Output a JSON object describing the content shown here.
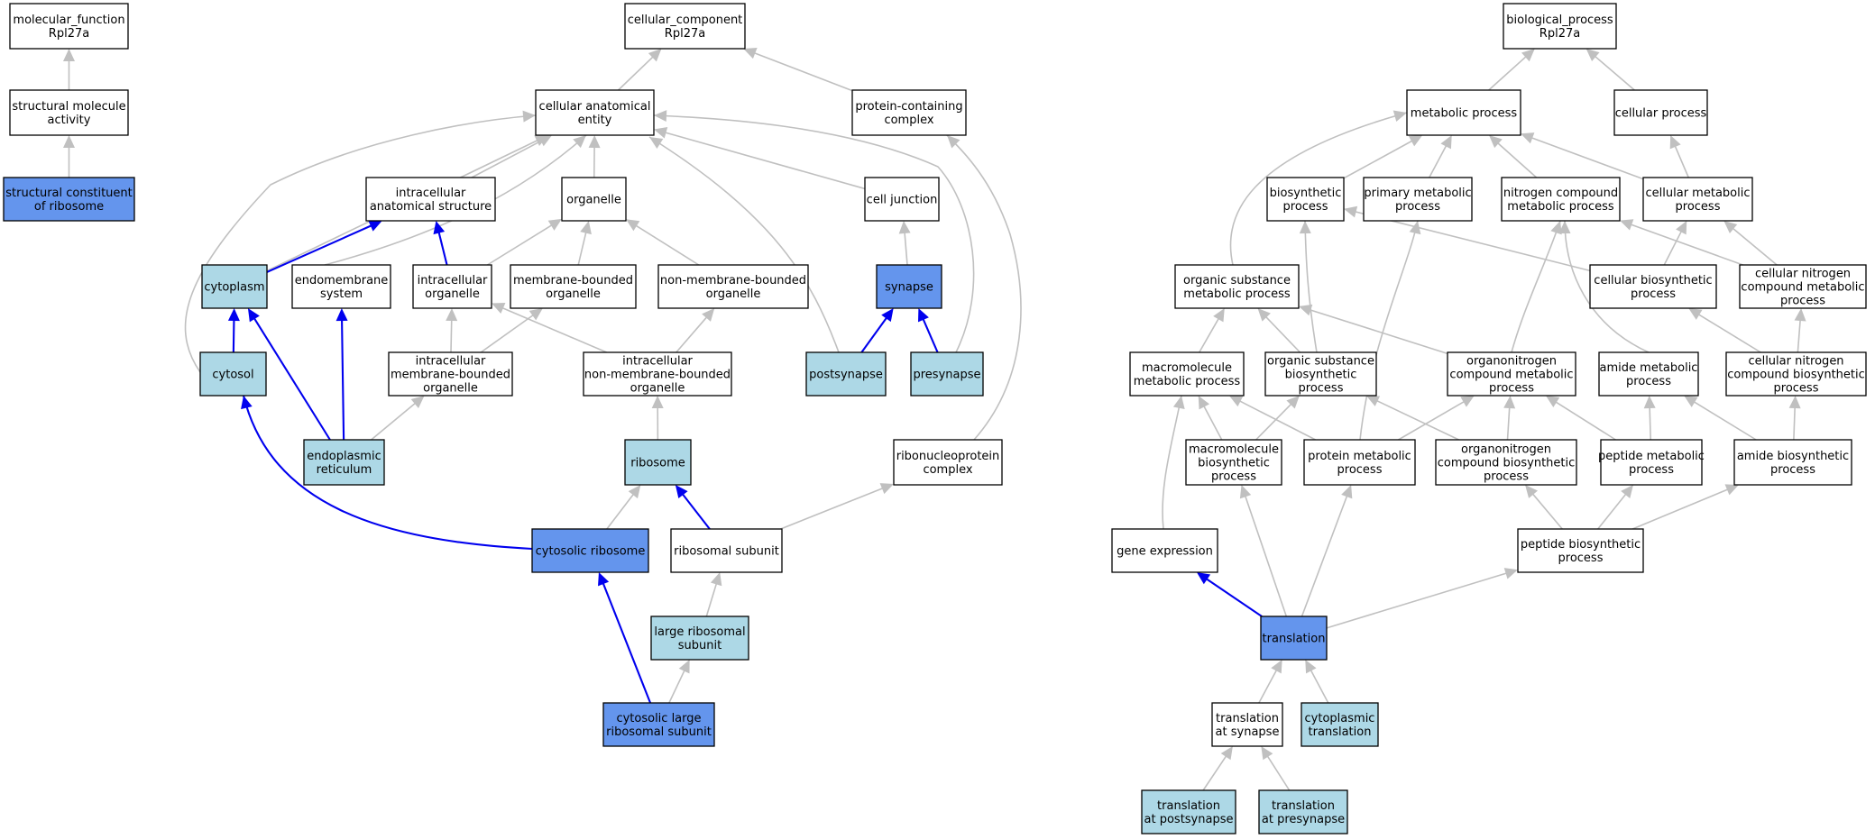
{
  "colors": {
    "white": "#ffffff",
    "light": "#add8e6",
    "dark": "#6495ed",
    "gray_edge": "#c0c0c0",
    "blue_edge": "#0000ee"
  },
  "nodes": [
    {
      "id": "mf",
      "lines": [
        "molecular_function",
        "Rpl27a"
      ],
      "fill": "white"
    },
    {
      "id": "sma",
      "lines": [
        "structural molecule",
        "activity"
      ],
      "fill": "white"
    },
    {
      "id": "scr",
      "lines": [
        "structural constituent",
        "of ribosome"
      ],
      "fill": "dark"
    },
    {
      "id": "cc",
      "lines": [
        "cellular_component",
        "Rpl27a"
      ],
      "fill": "white"
    },
    {
      "id": "cae",
      "lines": [
        "cellular anatomical",
        "entity"
      ],
      "fill": "white"
    },
    {
      "id": "pcc",
      "lines": [
        "protein-containing",
        "complex"
      ],
      "fill": "white"
    },
    {
      "id": "ias",
      "lines": [
        "intracellular",
        "anatomical structure"
      ],
      "fill": "white"
    },
    {
      "id": "org",
      "lines": [
        "organelle"
      ],
      "fill": "white"
    },
    {
      "id": "cj",
      "lines": [
        "cell junction"
      ],
      "fill": "white"
    },
    {
      "id": "cyto",
      "lines": [
        "cytoplasm"
      ],
      "fill": "light"
    },
    {
      "id": "endo",
      "lines": [
        "endomembrane",
        "system"
      ],
      "fill": "white"
    },
    {
      "id": "io",
      "lines": [
        "intracellular",
        "organelle"
      ],
      "fill": "white"
    },
    {
      "id": "mbo",
      "lines": [
        "membrane-bounded",
        "organelle"
      ],
      "fill": "white"
    },
    {
      "id": "nmbo",
      "lines": [
        "non-membrane-bounded",
        "organelle"
      ],
      "fill": "white"
    },
    {
      "id": "syn",
      "lines": [
        "synapse"
      ],
      "fill": "dark"
    },
    {
      "id": "cytosol",
      "lines": [
        "cytosol"
      ],
      "fill": "light"
    },
    {
      "id": "imbo",
      "lines": [
        "intracellular",
        "membrane-bounded",
        "organelle"
      ],
      "fill": "white"
    },
    {
      "id": "inmbo",
      "lines": [
        "intracellular",
        "non-membrane-bounded",
        "organelle"
      ],
      "fill": "white"
    },
    {
      "id": "post",
      "lines": [
        "postsynapse"
      ],
      "fill": "light"
    },
    {
      "id": "pre",
      "lines": [
        "presynapse"
      ],
      "fill": "light"
    },
    {
      "id": "er",
      "lines": [
        "endoplasmic",
        "reticulum"
      ],
      "fill": "light"
    },
    {
      "id": "ribo",
      "lines": [
        "ribosome"
      ],
      "fill": "light"
    },
    {
      "id": "rnp",
      "lines": [
        "ribonucleoprotein",
        "complex"
      ],
      "fill": "white"
    },
    {
      "id": "cribo",
      "lines": [
        "cytosolic ribosome"
      ],
      "fill": "dark"
    },
    {
      "id": "rsu",
      "lines": [
        "ribosomal subunit"
      ],
      "fill": "white"
    },
    {
      "id": "lrs",
      "lines": [
        "large ribosomal",
        "subunit"
      ],
      "fill": "light"
    },
    {
      "id": "clrs",
      "lines": [
        "cytosolic large",
        "ribosomal subunit"
      ],
      "fill": "dark"
    },
    {
      "id": "bp",
      "lines": [
        "biological_process",
        "Rpl27a"
      ],
      "fill": "white"
    },
    {
      "id": "mp",
      "lines": [
        "metabolic process"
      ],
      "fill": "white"
    },
    {
      "id": "cp",
      "lines": [
        "cellular process"
      ],
      "fill": "white"
    },
    {
      "id": "bsp",
      "lines": [
        "biosynthetic",
        "process"
      ],
      "fill": "white"
    },
    {
      "id": "pmp",
      "lines": [
        "primary metabolic",
        "process"
      ],
      "fill": "white"
    },
    {
      "id": "ncmp",
      "lines": [
        "nitrogen compound",
        "metabolic process"
      ],
      "fill": "white"
    },
    {
      "id": "cmp",
      "lines": [
        "cellular metabolic",
        "process"
      ],
      "fill": "white"
    },
    {
      "id": "osmp",
      "lines": [
        "organic substance",
        "metabolic process"
      ],
      "fill": "white"
    },
    {
      "id": "cbp",
      "lines": [
        "cellular biosynthetic",
        "process"
      ],
      "fill": "white"
    },
    {
      "id": "cncmp",
      "lines": [
        "cellular nitrogen",
        "compound metabolic",
        "process"
      ],
      "fill": "white"
    },
    {
      "id": "mmp",
      "lines": [
        "macromolecule",
        "metabolic process"
      ],
      "fill": "white"
    },
    {
      "id": "osbp",
      "lines": [
        "organic substance",
        "biosynthetic",
        "process"
      ],
      "fill": "white"
    },
    {
      "id": "oncmp",
      "lines": [
        "organonitrogen",
        "compound metabolic",
        "process"
      ],
      "fill": "white"
    },
    {
      "id": "amp",
      "lines": [
        "amide metabolic",
        "process"
      ],
      "fill": "white"
    },
    {
      "id": "cncbp",
      "lines": [
        "cellular nitrogen",
        "compound biosynthetic",
        "process"
      ],
      "fill": "white"
    },
    {
      "id": "mbp",
      "lines": [
        "macromolecule",
        "biosynthetic",
        "process"
      ],
      "fill": "white"
    },
    {
      "id": "protmp",
      "lines": [
        "protein metabolic",
        "process"
      ],
      "fill": "white"
    },
    {
      "id": "oncbp",
      "lines": [
        "organonitrogen",
        "compound biosynthetic",
        "process"
      ],
      "fill": "white"
    },
    {
      "id": "pepmp",
      "lines": [
        "peptide metabolic",
        "process"
      ],
      "fill": "white"
    },
    {
      "id": "abp",
      "lines": [
        "amide biosynthetic",
        "process"
      ],
      "fill": "white"
    },
    {
      "id": "ge",
      "lines": [
        "gene expression"
      ],
      "fill": "white"
    },
    {
      "id": "pbp",
      "lines": [
        "peptide biosynthetic",
        "process"
      ],
      "fill": "white"
    },
    {
      "id": "trans",
      "lines": [
        "translation"
      ],
      "fill": "dark"
    },
    {
      "id": "tas",
      "lines": [
        "translation",
        "at synapse"
      ],
      "fill": "white"
    },
    {
      "id": "ctrans",
      "lines": [
        "cytoplasmic",
        "translation"
      ],
      "fill": "light"
    },
    {
      "id": "tapost",
      "lines": [
        "translation",
        "at postsynapse"
      ],
      "fill": "light"
    },
    {
      "id": "tapre",
      "lines": [
        "translation",
        "at presynapse"
      ],
      "fill": "light"
    }
  ],
  "edges": [
    {
      "from": "sma",
      "to": "mf",
      "kind": "gray"
    },
    {
      "from": "scr",
      "to": "sma",
      "kind": "gray"
    },
    {
      "from": "cae",
      "to": "cc",
      "kind": "gray"
    },
    {
      "from": "pcc",
      "to": "cc",
      "kind": "gray"
    },
    {
      "from": "ias",
      "to": "cae",
      "kind": "gray"
    },
    {
      "from": "org",
      "to": "cae",
      "kind": "gray"
    },
    {
      "from": "cj",
      "to": "cae",
      "kind": "gray"
    },
    {
      "from": "cyto",
      "to": "cae",
      "kind": "gray"
    },
    {
      "from": "endo",
      "to": "cae",
      "kind": "gray"
    },
    {
      "from": "cytosol",
      "to": "cae",
      "kind": "gray"
    },
    {
      "from": "post",
      "to": "cae",
      "kind": "gray"
    },
    {
      "from": "pre",
      "to": "cae",
      "kind": "gray"
    },
    {
      "from": "cyto",
      "to": "ias",
      "kind": "blue"
    },
    {
      "from": "io",
      "to": "ias",
      "kind": "blue"
    },
    {
      "from": "io",
      "to": "org",
      "kind": "gray"
    },
    {
      "from": "mbo",
      "to": "org",
      "kind": "gray"
    },
    {
      "from": "nmbo",
      "to": "org",
      "kind": "gray"
    },
    {
      "from": "syn",
      "to": "cj",
      "kind": "gray"
    },
    {
      "from": "cytosol",
      "to": "cyto",
      "kind": "blue"
    },
    {
      "from": "er",
      "to": "cyto",
      "kind": "blue"
    },
    {
      "from": "er",
      "to": "endo",
      "kind": "blue"
    },
    {
      "from": "imbo",
      "to": "io",
      "kind": "gray"
    },
    {
      "from": "imbo",
      "to": "mbo",
      "kind": "gray"
    },
    {
      "from": "inmbo",
      "to": "io",
      "kind": "gray"
    },
    {
      "from": "inmbo",
      "to": "nmbo",
      "kind": "gray"
    },
    {
      "from": "post",
      "to": "syn",
      "kind": "blue"
    },
    {
      "from": "pre",
      "to": "syn",
      "kind": "blue"
    },
    {
      "from": "er",
      "to": "imbo",
      "kind": "gray"
    },
    {
      "from": "ribo",
      "to": "inmbo",
      "kind": "gray"
    },
    {
      "from": "rnp",
      "to": "pcc",
      "kind": "gray"
    },
    {
      "from": "cribo",
      "to": "ribo",
      "kind": "gray"
    },
    {
      "from": "cribo",
      "to": "cytosol",
      "kind": "blue"
    },
    {
      "from": "rsu",
      "to": "ribo",
      "kind": "blue"
    },
    {
      "from": "rsu",
      "to": "rnp",
      "kind": "gray"
    },
    {
      "from": "lrs",
      "to": "rsu",
      "kind": "gray"
    },
    {
      "from": "clrs",
      "to": "lrs",
      "kind": "gray"
    },
    {
      "from": "clrs",
      "to": "cribo",
      "kind": "blue"
    },
    {
      "from": "mp",
      "to": "bp",
      "kind": "gray"
    },
    {
      "from": "cp",
      "to": "bp",
      "kind": "gray"
    },
    {
      "from": "bsp",
      "to": "mp",
      "kind": "gray"
    },
    {
      "from": "pmp",
      "to": "mp",
      "kind": "gray"
    },
    {
      "from": "ncmp",
      "to": "mp",
      "kind": "gray"
    },
    {
      "from": "cmp",
      "to": "mp",
      "kind": "gray"
    },
    {
      "from": "osmp",
      "to": "mp",
      "kind": "gray"
    },
    {
      "from": "cmp",
      "to": "cp",
      "kind": "gray"
    },
    {
      "from": "cbp",
      "to": "bsp",
      "kind": "gray"
    },
    {
      "from": "cbp",
      "to": "cmp",
      "kind": "gray"
    },
    {
      "from": "cncmp",
      "to": "ncmp",
      "kind": "gray"
    },
    {
      "from": "cncmp",
      "to": "cmp",
      "kind": "gray"
    },
    {
      "from": "mmp",
      "to": "osmp",
      "kind": "gray"
    },
    {
      "from": "osbp",
      "to": "osmp",
      "kind": "gray"
    },
    {
      "from": "osbp",
      "to": "bsp",
      "kind": "gray"
    },
    {
      "from": "oncmp",
      "to": "osmp",
      "kind": "gray"
    },
    {
      "from": "oncmp",
      "to": "ncmp",
      "kind": "gray"
    },
    {
      "from": "amp",
      "to": "ncmp",
      "kind": "gray"
    },
    {
      "from": "cncbp",
      "to": "cbp",
      "kind": "gray"
    },
    {
      "from": "cncbp",
      "to": "cncmp",
      "kind": "gray"
    },
    {
      "from": "mbp",
      "to": "mmp",
      "kind": "gray"
    },
    {
      "from": "mbp",
      "to": "osbp",
      "kind": "gray"
    },
    {
      "from": "protmp",
      "to": "mmp",
      "kind": "gray"
    },
    {
      "from": "protmp",
      "to": "oncmp",
      "kind": "gray"
    },
    {
      "from": "protmp",
      "to": "pmp",
      "kind": "gray"
    },
    {
      "from": "oncbp",
      "to": "oncmp",
      "kind": "gray"
    },
    {
      "from": "oncbp",
      "to": "osbp",
      "kind": "gray"
    },
    {
      "from": "pepmp",
      "to": "oncmp",
      "kind": "gray"
    },
    {
      "from": "pepmp",
      "to": "amp",
      "kind": "gray"
    },
    {
      "from": "abp",
      "to": "amp",
      "kind": "gray"
    },
    {
      "from": "abp",
      "to": "cncbp",
      "kind": "gray"
    },
    {
      "from": "ge",
      "to": "mmp",
      "kind": "gray"
    },
    {
      "from": "pbp",
      "to": "oncbp",
      "kind": "gray"
    },
    {
      "from": "pbp",
      "to": "pepmp",
      "kind": "gray"
    },
    {
      "from": "pbp",
      "to": "abp",
      "kind": "gray"
    },
    {
      "from": "trans",
      "to": "ge",
      "kind": "blue"
    },
    {
      "from": "trans",
      "to": "mbp",
      "kind": "gray"
    },
    {
      "from": "trans",
      "to": "protmp",
      "kind": "gray"
    },
    {
      "from": "trans",
      "to": "pbp",
      "kind": "gray"
    },
    {
      "from": "tas",
      "to": "trans",
      "kind": "gray"
    },
    {
      "from": "ctrans",
      "to": "trans",
      "kind": "gray"
    },
    {
      "from": "tapost",
      "to": "tas",
      "kind": "gray"
    },
    {
      "from": "tapre",
      "to": "tas",
      "kind": "gray"
    }
  ]
}
